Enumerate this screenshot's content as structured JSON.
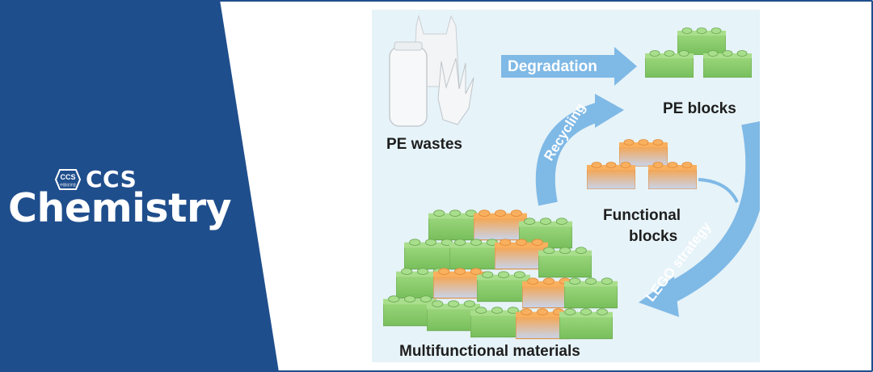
{
  "brand": {
    "badge_text": "CCS",
    "badge_subtext": "中国化学会",
    "line1": "CCS",
    "line2": "Chemistry"
  },
  "diagram": {
    "pe_wastes": "PE wastes",
    "degradation": "Degradation",
    "pe_blocks": "PE blocks",
    "recycling": "Recycling",
    "functional_line1": "Functional",
    "functional_line2": "blocks",
    "lego_strategy": "LEGO strategy",
    "multifunctional": "Multifunctional materials"
  },
  "colors": {
    "brand_blue": "#1f4e8c",
    "figure_bg": "#e6f3f8",
    "arrow_blue": "#7fb9e6",
    "lego_green": "#8fd071",
    "lego_orange": "#f7a34a"
  }
}
